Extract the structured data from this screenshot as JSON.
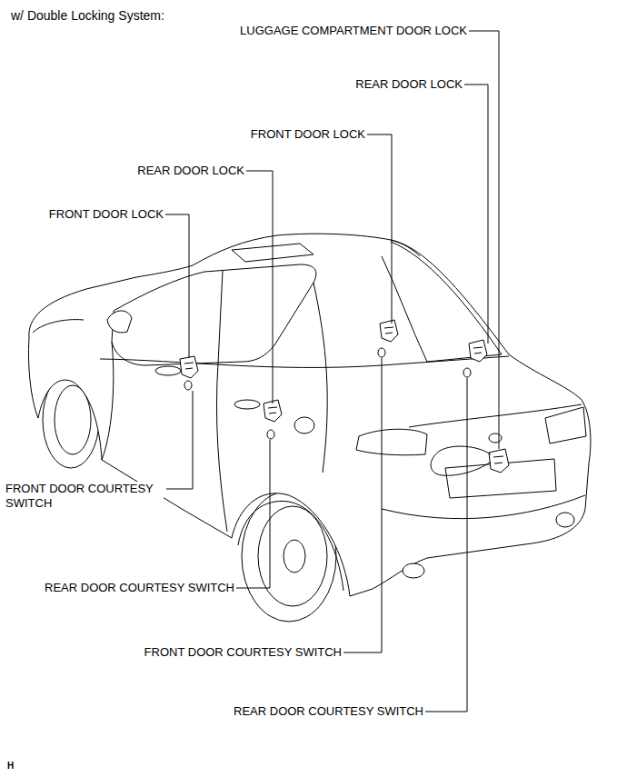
{
  "diagram": {
    "title": "w/ Double Locking System:",
    "labels": [
      "LUGGAGE COMPARTMENT DOOR LOCK",
      "REAR DOOR LOCK",
      "FRONT DOOR LOCK",
      "REAR DOOR LOCK",
      "FRONT DOOR LOCK",
      "FRONT DOOR COURTESY SWITCH",
      "REAR DOOR COURTESY SWITCH",
      "FRONT DOOR COURTESY SWITCH",
      "REAR DOOR COURTESY SWITCH",
      "H"
    ]
  }
}
